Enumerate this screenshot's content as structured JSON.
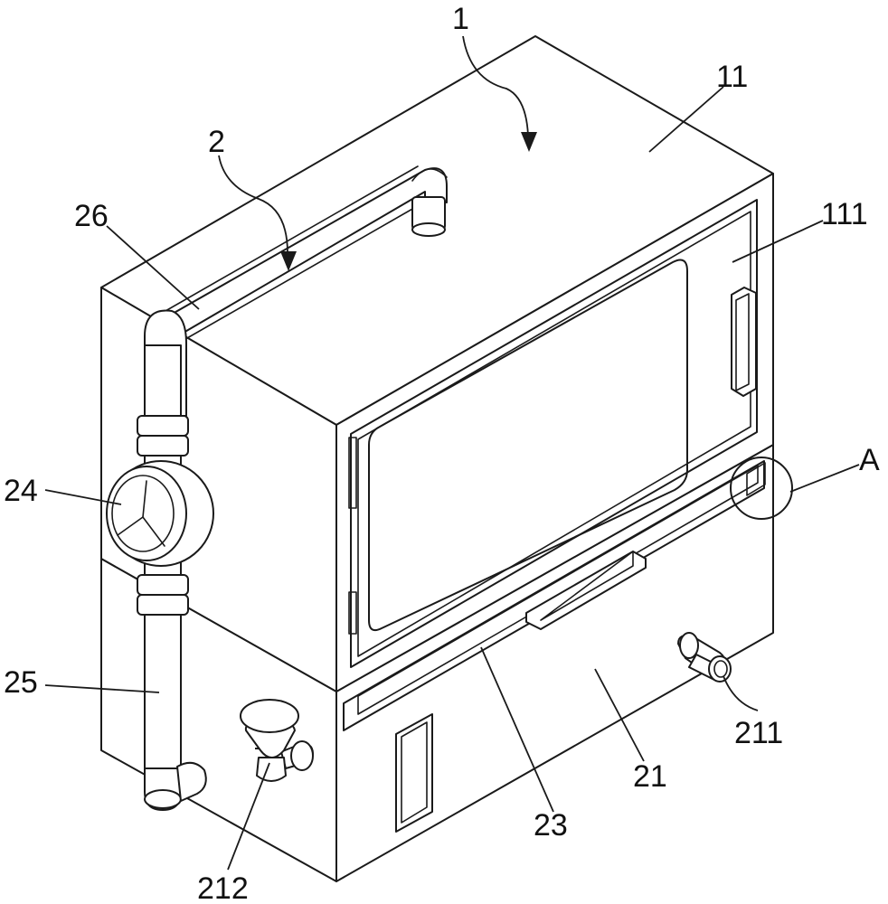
{
  "labels": {
    "l1": "1",
    "l11": "11",
    "l111": "111",
    "l2": "2",
    "l26": "26",
    "l24": "24",
    "l25": "25",
    "l212": "212",
    "l23": "23",
    "l21": "21",
    "l211": "211",
    "lA": "A"
  },
  "colors": {
    "line": "#1a1a1a",
    "background": "#ffffff"
  }
}
